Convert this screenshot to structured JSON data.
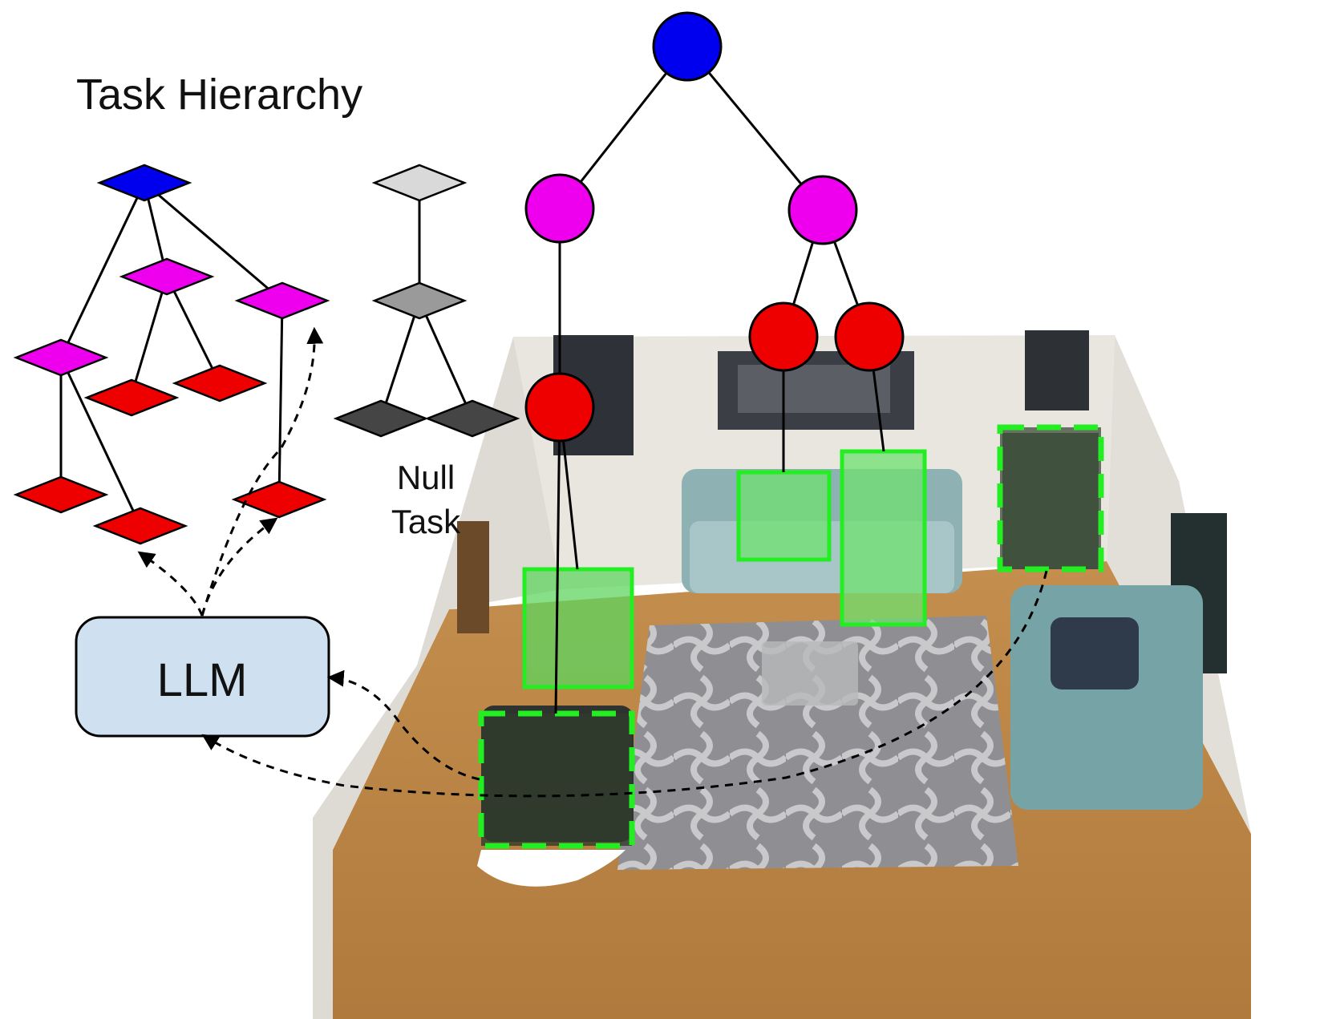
{
  "labels": {
    "title": "Task Hierarchy",
    "null_task_line1": "Null",
    "null_task_line2": "Task",
    "llm": "LLM"
  },
  "colors": {
    "root": "#0000ee",
    "mid": "#ee00ee",
    "leaf": "#ee0000",
    "null_top": "#d9d9d9",
    "null_mid": "#9a9a9a",
    "null_leaf": "#454545",
    "llm_fill": "#cfe0f1",
    "box_green": "#22ee22"
  }
}
